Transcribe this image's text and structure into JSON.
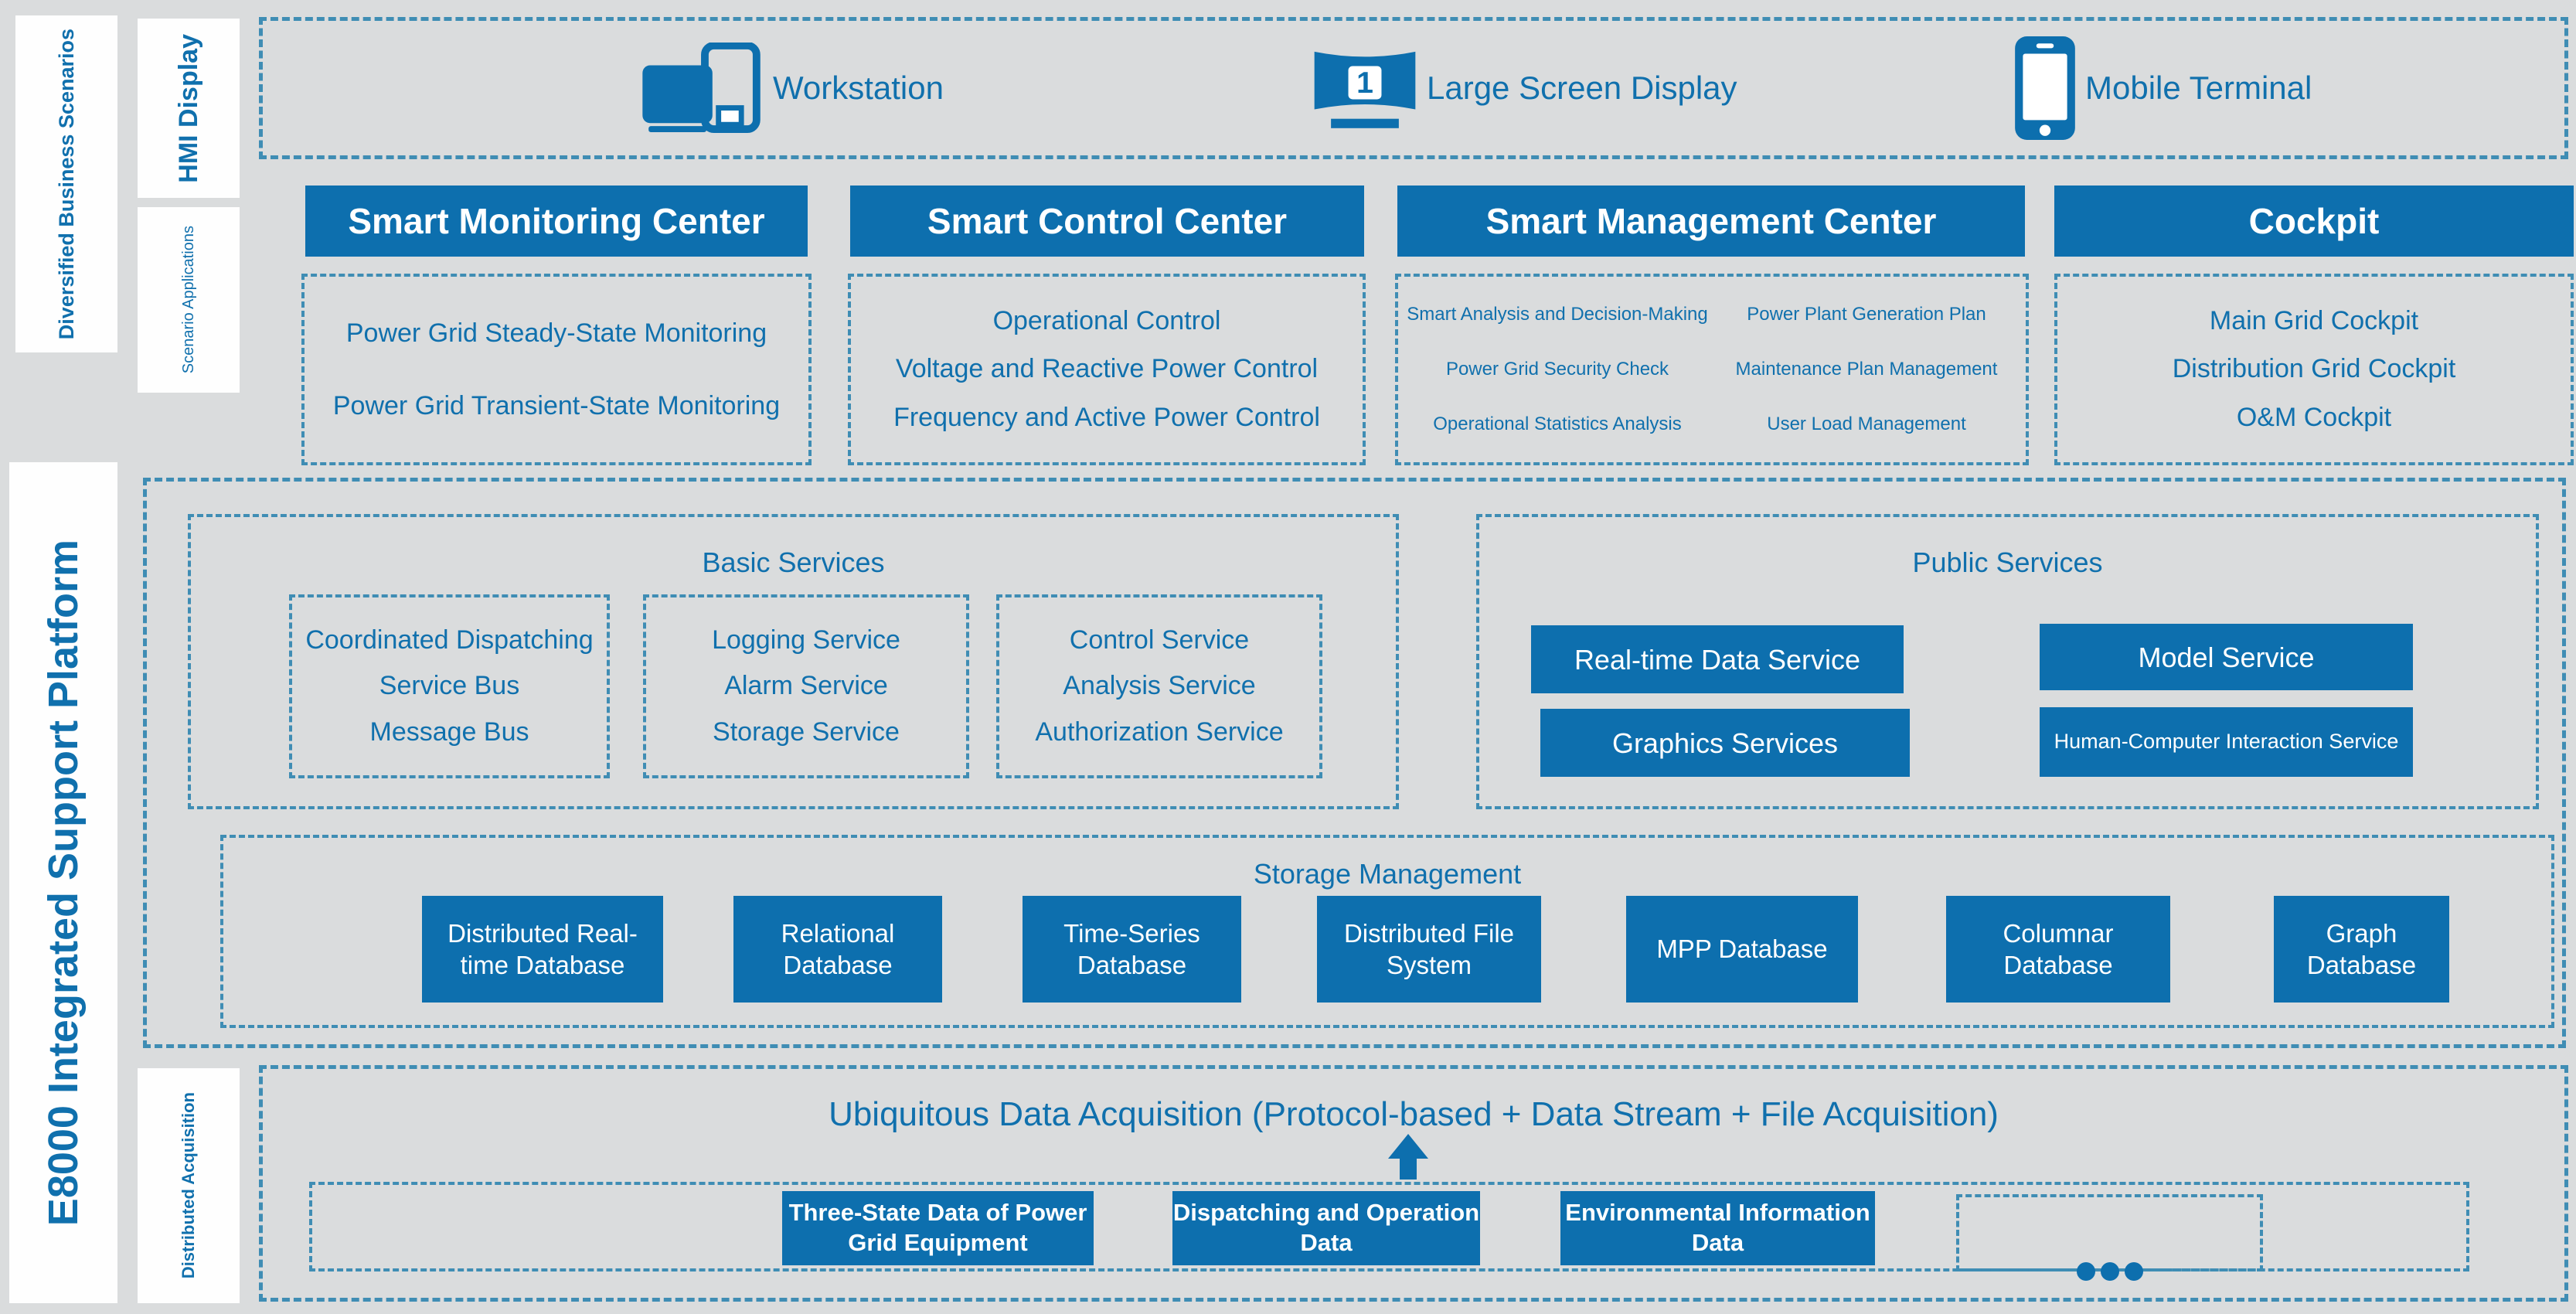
{
  "colors": {
    "accent": "#0d6fae",
    "dash_border": "#3f8db4",
    "text_blue": "#1070ad",
    "background": "#dadcdd"
  },
  "rail": {
    "diversified": "Diversified Business Scenarios",
    "hmi_display": "HMI Display",
    "scenario_applications": "Scenario Applications",
    "platform": "E8000 Integrated Support Platform",
    "distributed_acquisition": "Distributed Acquisition"
  },
  "hmi_row": {
    "workstation": "Workstation",
    "large_screen": "Large Screen Display",
    "large_screen_badge": "1",
    "mobile": "Mobile Terminal"
  },
  "monitoring": {
    "title": "Smart Monitoring Center",
    "items": [
      "Power Grid Steady-State Monitoring",
      "Power Grid Transient-State Monitoring"
    ]
  },
  "control": {
    "title": "Smart Control Center",
    "items": [
      "Operational Control",
      "Voltage and Reactive Power Control",
      "Frequency and Active Power Control"
    ]
  },
  "management": {
    "title": "Smart Management Center",
    "items": [
      "Smart Analysis and Decision-Making",
      "Power Plant Generation Plan",
      "Power Grid Security Check",
      "Maintenance Plan Management",
      "Operational Statistics Analysis",
      "User Load Management"
    ]
  },
  "cockpit": {
    "title": "Cockpit",
    "items": [
      "Main Grid Cockpit",
      "Distribution Grid Cockpit",
      "O&M Cockpit"
    ]
  },
  "basic_services": {
    "title": "Basic Services",
    "group1": [
      "Coordinated Dispatching",
      "Service Bus",
      "Message Bus"
    ],
    "group2": [
      "Logging Service",
      "Alarm Service",
      "Storage Service"
    ],
    "group3": [
      "Control Service",
      "Analysis Service",
      "Authorization Service"
    ]
  },
  "public_services": {
    "title": "Public Services",
    "buttons": [
      "Real-time Data Service",
      "Model Service",
      "Graphics Services",
      "Human-Computer Interaction Service"
    ]
  },
  "storage": {
    "title": "Storage Management",
    "boxes": [
      "Distributed Real-time Database",
      "Relational Database",
      "Time-Series Database",
      "Distributed File System",
      "MPP Database",
      "Columnar Database",
      "Graph Database"
    ]
  },
  "acquisition": {
    "title": "Ubiquitous Data Acquisition (Protocol-based + Data Stream + File Acquisition)",
    "boxes": [
      "Three-State Data of Power Grid Equipment",
      "Dispatching and Operation Data",
      "Environmental Information Data"
    ],
    "more_indicator": "..."
  }
}
